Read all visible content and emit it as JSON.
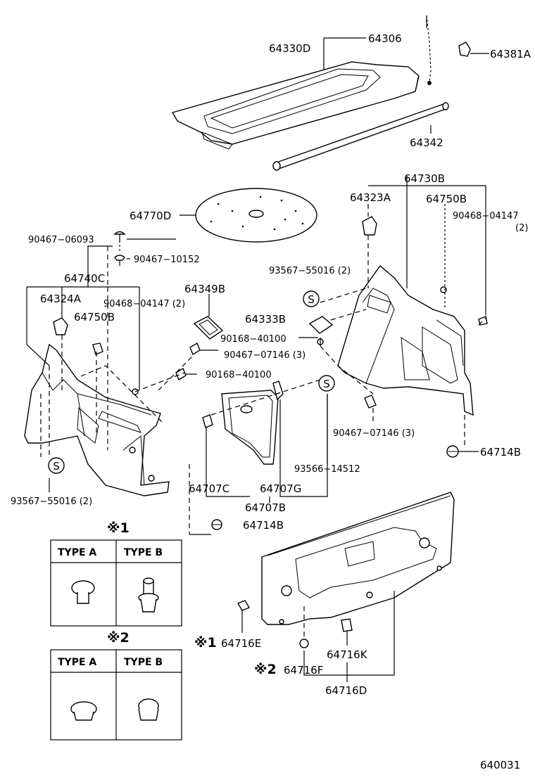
{
  "labels": {
    "p64306": "64306",
    "p64330D": "64330D",
    "p64381A": "64381A",
    "p64342": "64342",
    "p64730B": "64730B",
    "p64323A": "64323A",
    "p64750B_r": "64750B",
    "p90468_04147_r": "90468−04147",
    "p90468_04147_r_qty": "(2)",
    "p64770D": "64770D",
    "p90467_06093": "90467−06093",
    "p90467_10152": "90467−10152",
    "p64740C": "64740C",
    "p93567_55016_r": "93567−55016 (2)",
    "p64324A": "64324A",
    "p64349B": "64349B",
    "p90468_04147_l": "90468−04147 (2)",
    "p64750B_l": "64750B",
    "p64333B": "64333B",
    "p90168_40100_a": "90168−40100",
    "p90467_07146_a": "90467−07146 (3)",
    "p90168_40100_b": "90168−40100",
    "p90467_07146_b": "90467−07146 (3)",
    "p64714B_r": "64714B",
    "p93566_14512": "93566−14512",
    "p93567_55016_l": "93567−55016 (2)",
    "p64707C": "64707C",
    "p64707G": "64707G",
    "p64707B": "64707B",
    "p64714B_l": "64714B",
    "p64716E": "64716E",
    "p64716F": "64716F",
    "p64716K": "64716K",
    "p64716D": "64716D",
    "s_mark": "S",
    "note1_mark": "※1",
    "note2_mark": "※2"
  },
  "legend1": {
    "title": "※1",
    "type_a": "TYPE  A",
    "type_b": "TYPE  B"
  },
  "legend2": {
    "title": "※2",
    "type_a": "TYPE  A",
    "type_b": "TYPE  B"
  },
  "figure_code": "640031"
}
